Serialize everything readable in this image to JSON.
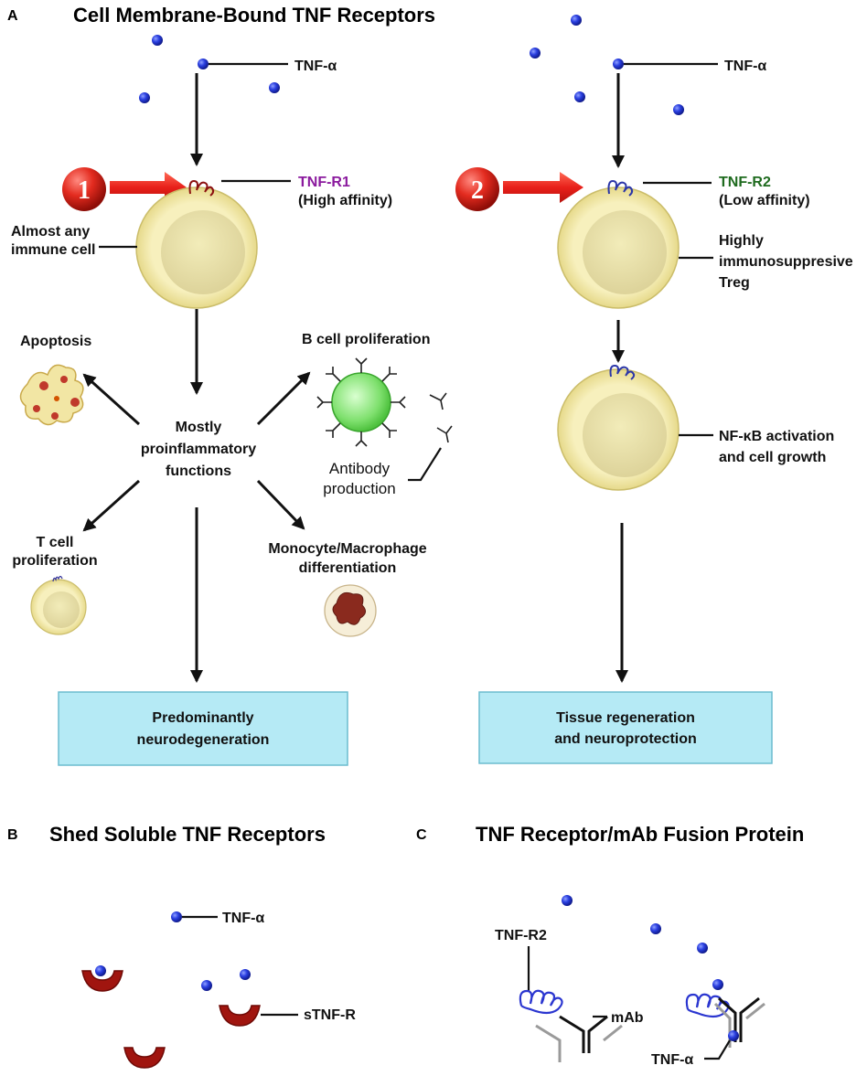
{
  "panel_a": {
    "letter": "A",
    "title": "Cell Membrane-Bound TNF Receptors",
    "left": {
      "tnf_label": "TNF-α",
      "step_number": "1",
      "receptor_label": "TNF-R1",
      "affinity_label": "(High affinity)",
      "cell_label_line1": "Almost any",
      "cell_label_line2": "immune cell",
      "apoptosis": "Apoptosis",
      "b_cell": "B cell proliferation",
      "center_line1": "Mostly",
      "center_line2": "proinflammatory",
      "center_line3": "functions",
      "antibody_line1": "Antibody",
      "antibody_line2": "production",
      "t_cell_line1": "T cell",
      "t_cell_line2": "proliferation",
      "mono_line1": "Monocyte/Macrophage",
      "mono_line2": "differentiation",
      "outcome_line1": "Predominantly",
      "outcome_line2": "neurodegeneration"
    },
    "right": {
      "tnf_label": "TNF-α",
      "step_number": "2",
      "receptor_label": "TNF-R2",
      "affinity_label": "(Low affinity)",
      "cell_label_line1": "Highly",
      "cell_label_line2": "immunosuppresive",
      "cell_label_line3": "Treg",
      "nfkb_line1": "NF-κB activation",
      "nfkb_line2": "and cell growth",
      "outcome_line1": "Tissue regeneration",
      "outcome_line2": "and neuroprotection"
    }
  },
  "panel_b": {
    "letter": "B",
    "title": "Shed Soluble TNF Receptors",
    "tnf_label": "TNF-α",
    "stnfr_label": "sTNF-R"
  },
  "panel_c": {
    "letter": "C",
    "title": "TNF Receptor/mAb Fusion Protein",
    "tnfr2_label": "TNF-R2",
    "mab_label": "mAb",
    "tnf_label": "TNF-α"
  },
  "colors": {
    "tnf_r1": "#8b1a9e",
    "tnf_r2": "#1f6b1f",
    "arrow_red": "#e8201a",
    "outcome_box": "#b5eaf5",
    "cell_fill": "#f6efb6",
    "tnf_ball": "#1c2fd0"
  }
}
